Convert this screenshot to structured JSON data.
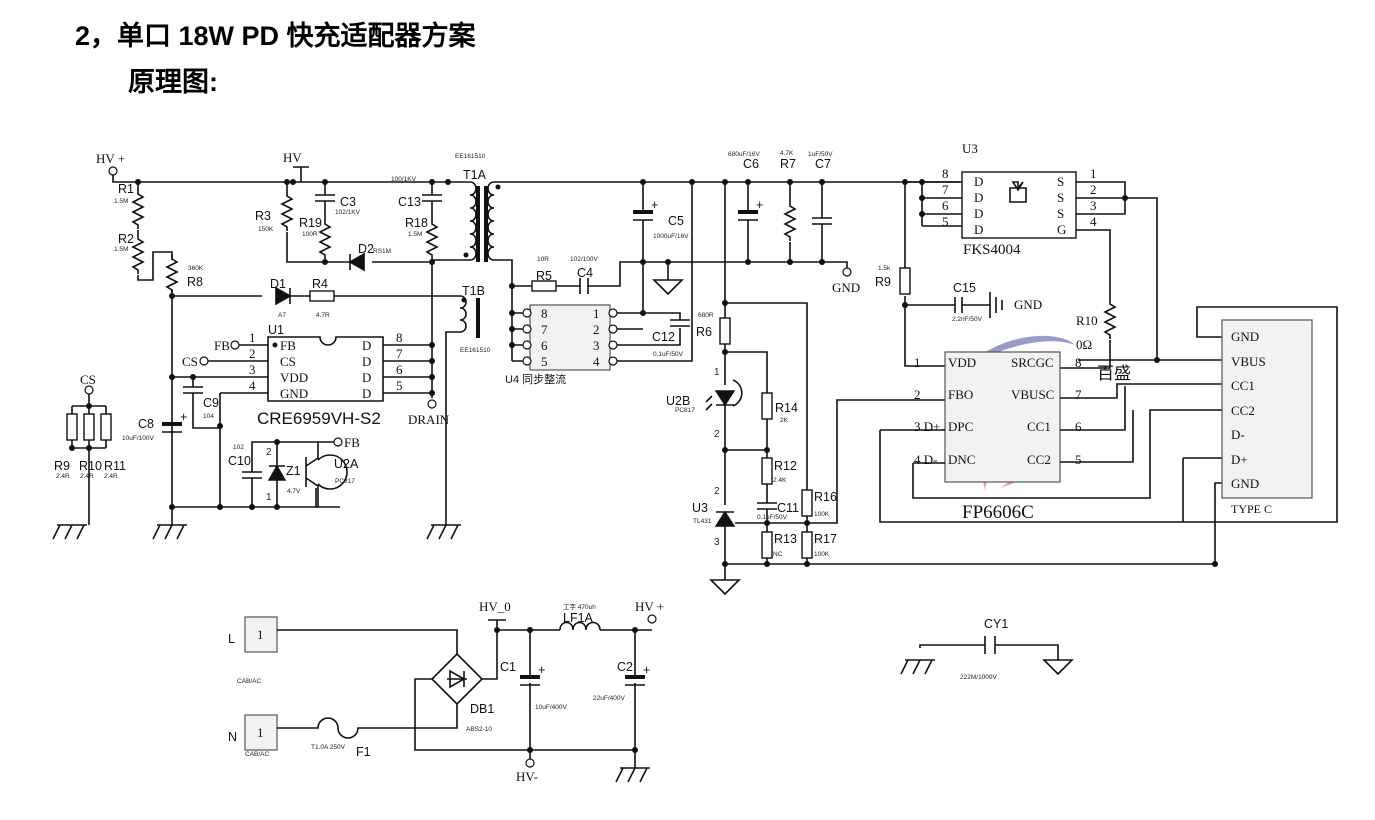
{
  "header": {
    "title": "2，单口 18W PD 快充适配器方案",
    "subtitle": "原理图:"
  },
  "labels": {
    "hv_plus_top": "HV +",
    "r1": "R1",
    "r1_val": "1.5M",
    "r2": "R2",
    "r2_val": "1.5M",
    "r8_val": "360K",
    "r8": "R8",
    "hv": "HV",
    "r3": "R3",
    "r3_val": "150K",
    "r19": "R19",
    "r19_val": "100R",
    "c3": "C3",
    "c3_val": "102/1KV",
    "c13_val": "100/1KV",
    "c13": "C13",
    "r18": "R18",
    "r18_val": "1.5M",
    "d2": "D2",
    "d2_val": "RS1M",
    "t1a_part": "EE161510",
    "t1a": "T1A",
    "t1b": "T1B",
    "t1b_part": "EE161510",
    "d1": "D1",
    "d1_val": "A7",
    "r4": "R4",
    "r4_val": "4.7R",
    "u1": "U1",
    "fb_net": "FB",
    "cs_net": "CS",
    "u1_p1": "1",
    "u1_p2": "2",
    "u1_p3": "3",
    "u1_p4": "4",
    "u1_fb": "FB",
    "u1_cs": "CS",
    "u1_vdd": "VDD",
    "u1_gnd": "GND",
    "u1_d1": "D",
    "u1_d2": "D",
    "u1_d3": "D",
    "u1_d4": "D",
    "u1_p8": "8",
    "u1_p7": "7",
    "u1_p6": "6",
    "u1_p5": "5",
    "u1_part": "CRE6959VH-S2",
    "drain": "DRAIN",
    "cs_left": "CS",
    "r9a": "R9",
    "r10a": "R10",
    "r11": "R11",
    "r9a_val": "2.4R",
    "r10a_val": "2.4R",
    "r11_val": "2.4R",
    "c8": "C8",
    "c8_val": "10uF/100V",
    "c9": "C9",
    "c9_val": "104",
    "c10_val": "102",
    "c10": "C10",
    "z1": "Z1",
    "z1_val": "4.7V",
    "u2a": "U2A",
    "u2a_val": "PC817",
    "fb_net2": "FB",
    "z1_p2": "2",
    "z1_p1": "1",
    "c5": "C5",
    "c5_val": "1000uF/16V",
    "r5_val": "10R",
    "r5": "R5",
    "c4_val": "102/100V",
    "c4": "C4",
    "c6_val": "680uF/16V",
    "c6": "C6",
    "r7_val": "4.7K",
    "r7": "R7",
    "c7_val": "1uF/50V",
    "c7": "C7",
    "gnd_net": "GND",
    "u4_p8": "8",
    "u4_p7": "7",
    "u4_p6": "6",
    "u4_p5": "5",
    "u4_p1": "1",
    "u4_p2": "2",
    "u4_p3": "3",
    "u4_p4": "4",
    "u4": "U4  同步整流",
    "c12": "C12",
    "c12_val": "0.1uF/50V",
    "r6_val": "680R",
    "r6": "R6",
    "u2b_p1": "1",
    "u2b": "U2B",
    "u2b_val": "PC817",
    "r14": "R14",
    "r14_val": "2K",
    "u2b_p2": "2",
    "r12": "R12",
    "r12_val": "2.4K",
    "u3a_p2": "2",
    "u3a": "U3",
    "u3a_val": "TL431",
    "c11": "C11",
    "c11_val": "0.1uF/50V",
    "r16": "R16",
    "r16_val": "100K",
    "r13": "R13",
    "r13_val": "NC",
    "r17": "R17",
    "r17_val": "100K",
    "u3a_p3": "3",
    "u3": "U3",
    "q_p8": "8",
    "q_p7": "7",
    "q_p6": "6",
    "q_p5": "5",
    "q_d1": "D",
    "q_d2": "D",
    "q_d3": "D",
    "q_d4": "D",
    "q_s1": "S",
    "q_s2": "S",
    "q_s3": "S",
    "q_g": "G",
    "q_p1": "1",
    "q_p2": "2",
    "q_p3": "3",
    "q_p4": "4",
    "q_part": "FKS4004",
    "r9_val": "1.5k",
    "r9": "R9",
    "c15": "C15",
    "c15_val": "2.2nF/50V",
    "c15_gnd": "GND",
    "r10": "R10",
    "r10_val": "0Ω",
    "fp_p1": "1",
    "fp_p2": "2",
    "fp_p3": "3  D+",
    "fp_p4": "4  D-",
    "fp_vdd": "VDD",
    "fp_fbo": "FBO",
    "fp_dpc": "DPC",
    "fp_dnc": "DNC",
    "fp_srcgc": "SRCGC",
    "fp_vbusc": "VBUSC",
    "fp_cc1": "CC1",
    "fp_cc2": "CC2",
    "fp_p8": "8",
    "fp_p7": "7",
    "fp_p6": "6",
    "fp_p5": "5",
    "fp_part": "FP6606C",
    "tc_gnd1": "GND",
    "tc_vbus": "VBUS",
    "tc_cc1": "CC1",
    "tc_cc2": "CC2",
    "tc_dm": "D-",
    "tc_dp": "D+",
    "tc_gnd2": "GND",
    "tc_part": "TYPE C",
    "l": "L",
    "l_pin": "1",
    "l_part": "CAB/AC",
    "n": "N",
    "n_pin": "1",
    "n_part": "CAB/AC",
    "f1_val": "T1.0A 250V",
    "f1": "F1",
    "hv0": "HV_0",
    "lf1a_val": "工字 470uh",
    "lf1a": "LF1A",
    "hv_plus_bot": "HV +",
    "c1": "C1",
    "db1": "DB1",
    "db1_val": "ABS2-10",
    "c1_val": "10uF/400V",
    "c2": "C2",
    "c2_val": "22uF/400V",
    "hv_minus": "HV-",
    "cy1": "CY1",
    "cy1_val": "222M/1000V"
  },
  "watermark": {
    "text": "百盛",
    "red": "#e06060",
    "blue": "#5a5aa8"
  }
}
